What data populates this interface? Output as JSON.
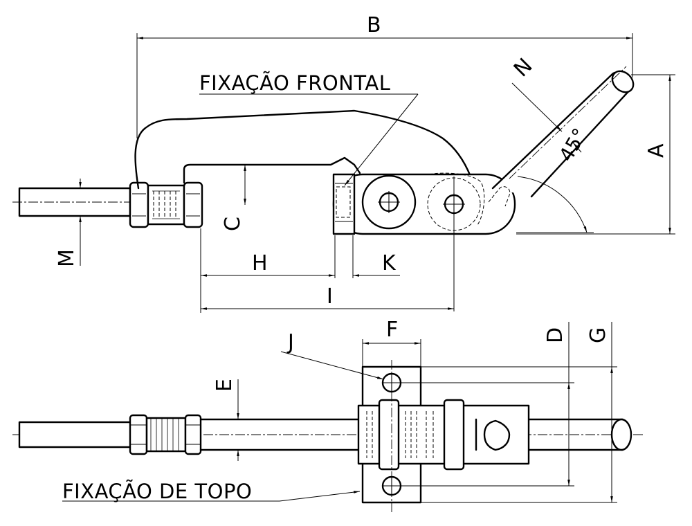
{
  "notes": {
    "front_mount": "FIXAÇÃO FRONTAL",
    "top_mount": "FIXAÇÃO DE TOPO"
  },
  "dimensions": {
    "a": "A",
    "b": "B",
    "c": "C",
    "d": "D",
    "e": "E",
    "f": "F",
    "g": "G",
    "h": "H",
    "i": "I",
    "j": "J",
    "k": "K",
    "m": "M",
    "n": "N",
    "angle": "45°"
  }
}
